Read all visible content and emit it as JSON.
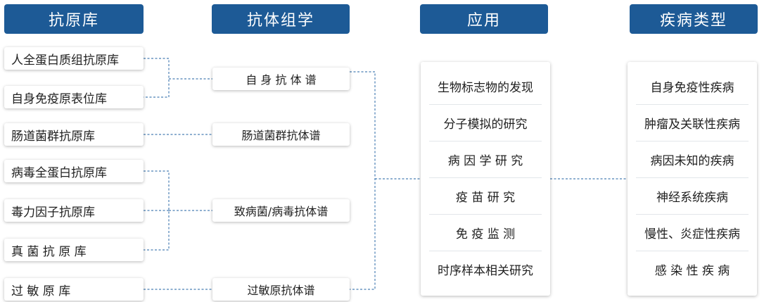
{
  "headers": {
    "antigen": "抗原库",
    "antibody": "抗体组学",
    "application": "应用",
    "disease": "疾病类型"
  },
  "antigen_libraries": [
    "人全蛋白质组抗原库",
    "自身免疫原表位库",
    "肠道菌群抗原库",
    "病毒全蛋白抗原库",
    "毒力因子抗原库",
    "真 菌 抗 原 库",
    "过 敏 原 库"
  ],
  "antibody_profiles": [
    "自 身 抗 体 谱",
    "肠道菌群抗体谱",
    "致病菌/病毒抗体谱",
    "过敏原抗体谱"
  ],
  "applications": [
    "生物标志物的发现",
    "分子模拟的研究",
    "病 因 学 研 究",
    "疫 苗 研 究",
    "免 疫 监 测",
    "时序样本相关研究"
  ],
  "diseases": [
    "自身免疫性疾病",
    "肿瘤及关联性疾病",
    "病因未知的疾病",
    "神经系统疾病",
    "慢性、炎症性疾病",
    "感 染 性 疾 病"
  ],
  "colors": {
    "header_bg": "#1d5a96",
    "connector": "#4a7fb5"
  }
}
